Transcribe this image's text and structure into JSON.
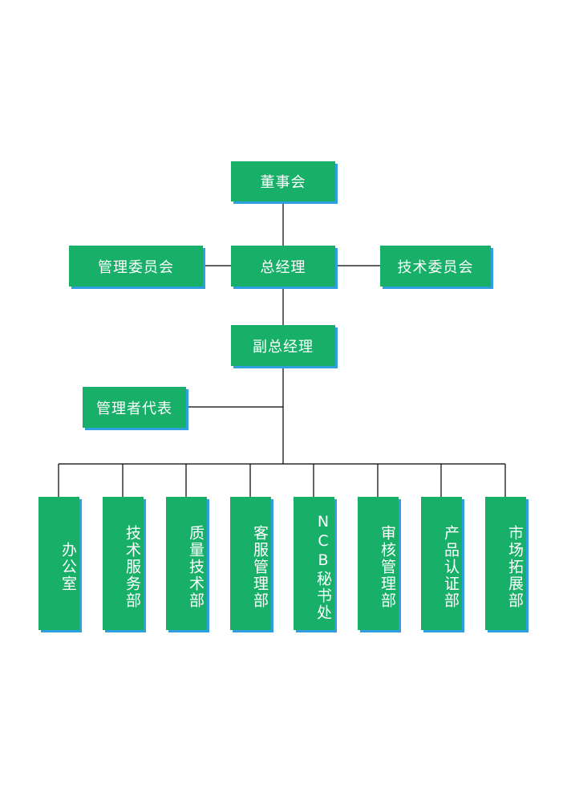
{
  "org": {
    "board": "董事会",
    "gm": "总经理",
    "mgmt_committee": "管理委员会",
    "tech_committee": "技术委员会",
    "deputy_gm": "副总经理",
    "mgmt_rep": "管理者代表",
    "departments": [
      "办公室",
      "技术服务部",
      "质量技术部",
      "客服管理部",
      "NCB秘书处",
      "审核管理部",
      "产品认证部",
      "市场拓展部"
    ]
  },
  "colors": {
    "box": "#18af68",
    "shadow": "#2f9fe0",
    "line": "#000000"
  }
}
